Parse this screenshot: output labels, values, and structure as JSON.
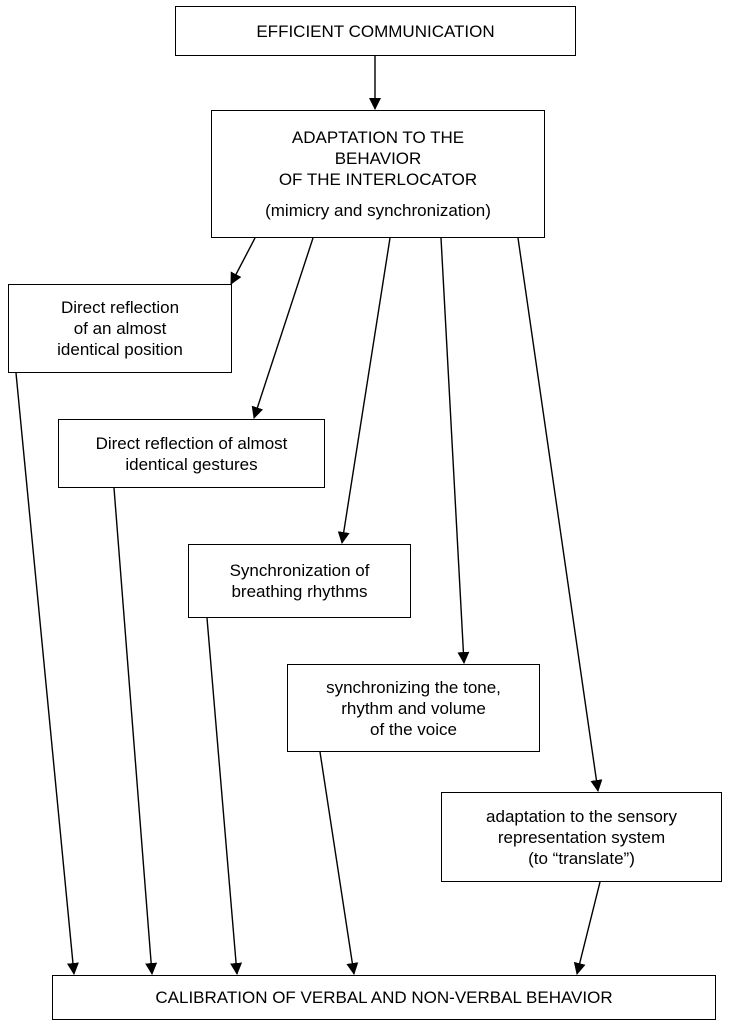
{
  "diagram": {
    "top": {
      "line1": "EFFICIENT COMMUNICATION"
    },
    "adaptation": {
      "line1": "ADAPTATION TO THE",
      "line2": "BEHAVIOR",
      "line3": "OF THE INTERLOCATOR",
      "line4": "(mimicry and synchronization)"
    },
    "position": {
      "line1": "Direct reflection",
      "line2": "of an almost",
      "line3": "identical position"
    },
    "gestures": {
      "line1": "Direct reflection of almost",
      "line2": "identical gestures"
    },
    "breathing": {
      "line1": "Synchronization of",
      "line2": "breathing rhythms"
    },
    "voice": {
      "line1": "synchronizing the tone,",
      "line2": "rhythm and volume",
      "line3": "of the voice"
    },
    "sensory": {
      "line1": "adaptation to the sensory",
      "line2": "representation system",
      "line3": "(to “translate”)"
    },
    "calibration": {
      "line1": "CALIBRATION OF VERBAL AND NON-VERBAL BEHAVIOR"
    }
  }
}
